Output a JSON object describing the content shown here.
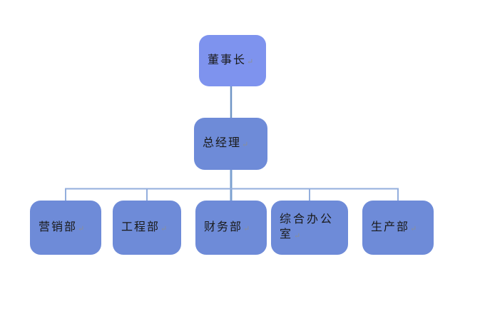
{
  "diagram": {
    "type": "org-chart",
    "background": "#ffffff",
    "paragraph_mark": "↵",
    "nodes": {
      "chairman": {
        "label": "董事长",
        "level": 1
      },
      "general_manager": {
        "label": "总经理",
        "level": 2
      },
      "marketing": {
        "label": "营销部",
        "level": 3
      },
      "engineering": {
        "label": "工程部",
        "level": 3
      },
      "finance": {
        "label": "财务部",
        "level": 3
      },
      "general_office": {
        "label": "综合办公室",
        "level": 3
      },
      "production": {
        "label": "生产部",
        "level": 3
      }
    },
    "edges": [
      {
        "from": "chairman",
        "to": "general_manager"
      },
      {
        "from": "general_manager",
        "to": "marketing"
      },
      {
        "from": "general_manager",
        "to": "engineering"
      },
      {
        "from": "general_manager",
        "to": "finance"
      },
      {
        "from": "general_manager",
        "to": "general_office"
      },
      {
        "from": "general_manager",
        "to": "production"
      }
    ],
    "colors": {
      "chairman_fill": "#7e93ee",
      "node_fill": "#6e8bd8",
      "connector": "#93aedd",
      "connector_dark": "#6f95c5",
      "connector_mid": "#7ba0d0",
      "text": "#1a1a1a",
      "mark": "#8a8f98",
      "background": "#ffffff"
    }
  }
}
